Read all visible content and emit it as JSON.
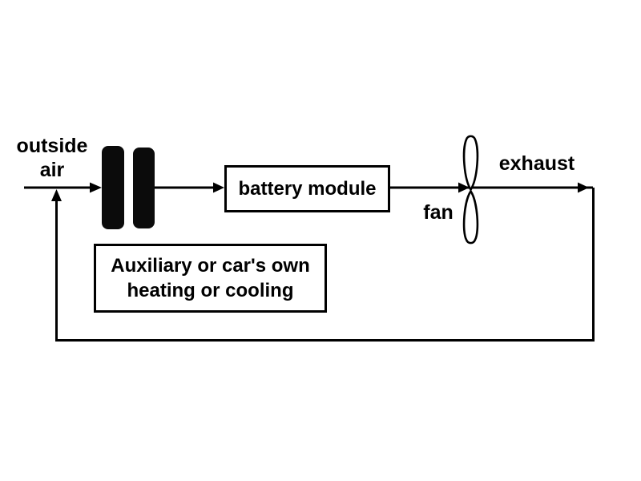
{
  "labels": {
    "outside_air_line1": "outside",
    "outside_air_line2": "air",
    "fan": "fan",
    "exhaust": "exhaust"
  },
  "nodes": {
    "battery_module": "battery module",
    "auxiliary_line1": "Auxiliary or car's own",
    "auxiliary_line2": "heating or cooling"
  },
  "colors": {
    "background": "#ffffff",
    "line": "#000000",
    "box_border": "#000000",
    "heater_fill": "#0b0b0b",
    "text": "#000000"
  }
}
